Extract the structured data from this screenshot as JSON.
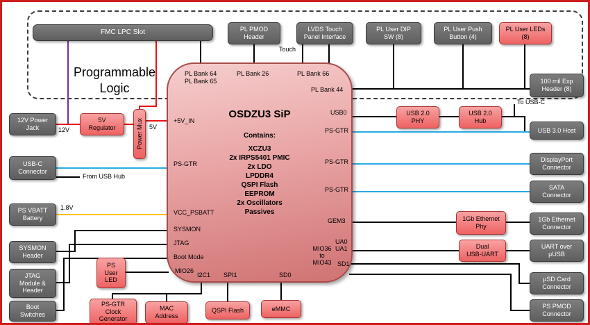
{
  "colors": {
    "outer_border": "#cf1e1e",
    "gray_box": "#6e6e6e",
    "red_box": "#f27070",
    "sip_gradient_top": "#f6cdcd",
    "sip_gradient_bottom": "#d07373",
    "wire_black": "#000000",
    "wire_power_red": "#e81212",
    "wire_12v_purple": "#7030a0",
    "wire_highspeed_cyan": "#29abe2",
    "wire_vbatt_orange": "#ffc000"
  },
  "pl_region": {
    "label": "Programmable\nLogic"
  },
  "boxes": {
    "fmc": "FMC LPC Slot",
    "pl_pmod": "PL PMOD\nHeader",
    "lvds": "LVDS Touch\nPanel Interface",
    "dip_sw": "PL User DIP\nSW (8)",
    "push_btn": "PL User Push\nButton (4)",
    "pl_leds": "PL User LEDs\n(8)",
    "exp_header": "100 mil Exp\nHeader (8)",
    "usb3_host": "USB 3.0 Host",
    "displayport": "DisplayPort\nConnector",
    "sata": "SATA\nConnector",
    "eth_conn": "1Gb Ethernet\nConnector",
    "uart_uusb": "UART over\nµUSB",
    "usd_card": "µSD Card\nConnector",
    "ps_pmod": "PS PMOD\nConnector",
    "power_jack": "12V Power\nJack",
    "usbc": "USB-C\nConnector",
    "vbatt": "PS VBATT\nBattery",
    "sysmon_header": "SYSMON\nHeader",
    "jtag_module": "JTAG\nModule &\nHeader",
    "boot_switches": "Boot\nSwitches",
    "regulator_5v": "5V\nRegulator",
    "power_mux": "Power Mux",
    "usb2_phy": "USB 2.0\nPHY",
    "usb2_hub": "USB 2.0\nHub",
    "eth_phy": "1Gb Ethernet\nPhy",
    "dual_usb_uart": "Dual\nUSB-UART",
    "ps_user_led": "PS\nUser\nLED",
    "clock_gen": "PS-GTR\nClock\nGenerator",
    "mac_address": "MAC\nAddress",
    "qspi_flash": "QSPI Flash",
    "emmc": "eMMC"
  },
  "sip": {
    "title": "OSDZU3 SiP",
    "contains_label": "Contains:",
    "contents": [
      "XCZU3",
      "2x IRPS5401 PMIC",
      "2x LDO",
      "LPDDR4",
      "QSPI Flash",
      "EEPROM",
      "2x Oscillators",
      "Passives"
    ],
    "pins": {
      "pl_bank_64": "PL Bank 64",
      "pl_bank_65": "PL Bank 65",
      "pl_bank_26": "PL Bank 26",
      "pl_bank_66": "PL Bank 66",
      "pl_bank_44": "PL Bank 44",
      "p5v_in": "+5V_IN",
      "ps_gtr_left": "PS-GTR",
      "vcc_psbatt": "VCC_PSBATT",
      "sysmon": "SYSMON",
      "jtag": "JTAG",
      "boot_mode": "Boot Mode",
      "mio26": "MIO26",
      "i2c1": "I2C1",
      "spi1": "SPI1",
      "sd0": "SD0",
      "usb0": "USB0",
      "ps_gtr_r1": "PS-GTR",
      "ps_gtr_r2": "PS-GTR",
      "ps_gtr_r3": "PS-GTR",
      "gem3": "GEM3",
      "ua0": "UA0",
      "ua1": "UA1",
      "sd1": "SD1",
      "mio_range": "MIO36\nto\nMIO43"
    }
  },
  "wire_labels": {
    "touch": "Touch",
    "v12": "12V",
    "v5": "5V",
    "v1_8": "1.8V",
    "from_usb_hub": "From USB Hub",
    "to_usbc": "To USB-C"
  }
}
